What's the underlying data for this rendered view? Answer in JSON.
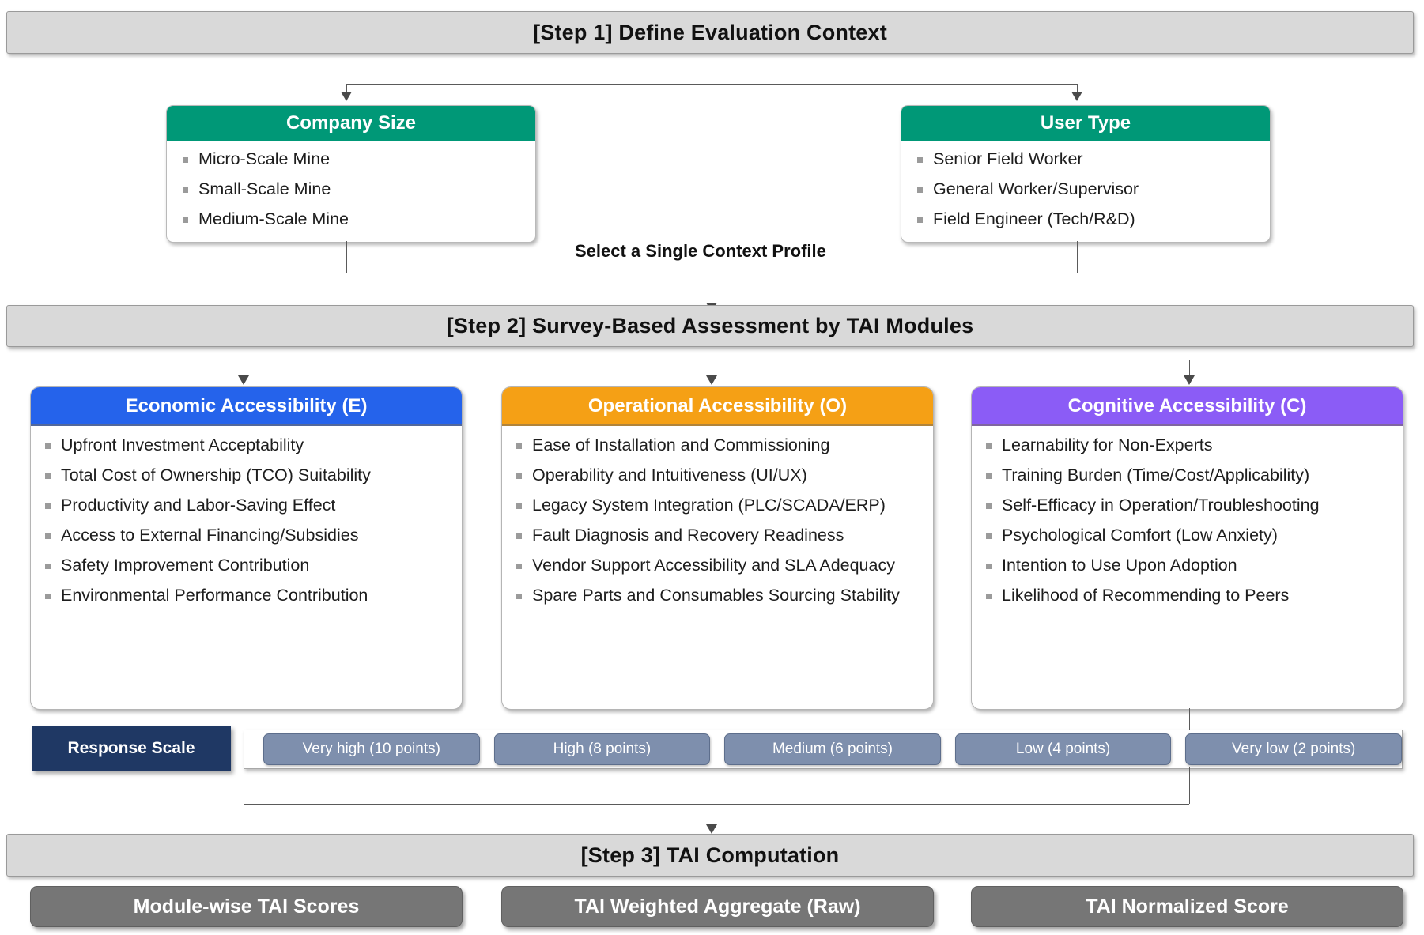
{
  "diagram": {
    "title": "TAI Evaluation Framework Flow",
    "colors": {
      "banner_bg": "#d9d9d9",
      "context_header": "#009877",
      "economic": "#2563EB",
      "operational": "#F5A015",
      "cognitive": "#8B5CF6",
      "scale_label": "#1f3864",
      "scale_chip": "#7e8fad",
      "output_box": "#767676"
    }
  },
  "step1": {
    "banner": "[Step 1] Define Evaluation Context",
    "cards": [
      {
        "title": "Company Size",
        "items": [
          "Micro-Scale Mine",
          "Small-Scale Mine",
          "Medium-Scale Mine"
        ]
      },
      {
        "title": "User Type",
        "items": [
          "Senior Field Worker",
          "General Worker/Supervisor",
          "Field Engineer (Tech/R&D)"
        ]
      }
    ],
    "connector_caption": "Select a Single Context Profile"
  },
  "step2": {
    "banner": "[Step 2] Survey-Based Assessment by TAI Modules",
    "modules": [
      {
        "title": "Economic Accessibility (E)",
        "items": [
          "Upfront Investment Acceptability",
          "Total Cost of Ownership (TCO) Suitability",
          "Productivity and Labor-Saving Effect",
          "Access to External Financing/Subsidies",
          "Safety Improvement Contribution",
          "Environmental Performance Contribution"
        ]
      },
      {
        "title": "Operational Accessibility (O)",
        "items": [
          "Ease of Installation and Commissioning",
          "Operability and Intuitiveness (UI/UX)",
          "Legacy System Integration (PLC/SCADA/ERP)",
          "Fault Diagnosis and Recovery Readiness",
          "Vendor Support Accessibility and SLA Adequacy",
          "Spare Parts and Consumables Sourcing Stability"
        ]
      },
      {
        "title": "Cognitive Accessibility (C)",
        "items": [
          "Learnability for Non-Experts",
          "Training Burden (Time/Cost/Applicability)",
          "Self-Efficacy in Operation/Troubleshooting",
          "Psychological Comfort (Low Anxiety)",
          "Intention to Use Upon Adoption",
          "Likelihood of Recommending to Peers"
        ]
      }
    ],
    "response_scale": {
      "label": "Response Scale",
      "options": [
        "Very high (10 points)",
        "High (8 points)",
        "Medium (6 points)",
        "Low (4 points)",
        "Very low (2 points)"
      ]
    }
  },
  "step3": {
    "banner": "[Step 3] TAI Computation",
    "outputs": [
      "Module-wise TAI Scores",
      "TAI Weighted Aggregate (Raw)",
      "TAI Normalized Score"
    ]
  }
}
